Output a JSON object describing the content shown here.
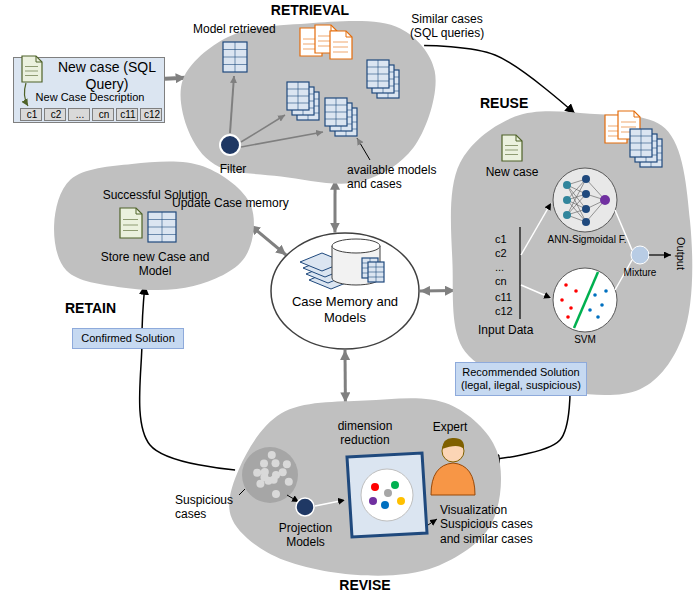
{
  "diagram": {
    "nodes": [
      {
        "text": [
          "RETRIEVAL",
          "Model retrieved",
          "Similar cases (SQL queries)",
          "Filter",
          "available models and cases"
        ]
      },
      {
        "text": [
          "New case (SQL Query)",
          "New Case Description"
        ]
      },
      {
        "text": [
          "c1"
        ],
        "in": 1
      },
      {
        "text": [
          "c2"
        ],
        "in": 1
      },
      {
        "text": [
          "..."
        ],
        "in": 1
      },
      {
        "text": [
          "cn"
        ],
        "in": 1
      },
      {
        "text": [
          "c11"
        ],
        "in": 1
      },
      {
        "text": [
          "c12"
        ],
        "in": 1
      },
      {
        "text": [
          "RETAIN",
          "Successful Solution",
          "Store new Case and Model"
        ]
      },
      {
        "text": [
          "REUSE",
          "New case",
          "c1",
          "c2",
          "...",
          "cn",
          "c11",
          "c12",
          "Input Data",
          "ANN-Sigmoidal F.",
          "SVM",
          "Mixture",
          "Output"
        ]
      },
      {
        "text": [
          "Case Memory and Models"
        ]
      },
      {
        "text": [
          "REVISE",
          "dimension reduction",
          "Expert",
          "Suspicious cases",
          "Projection Models",
          "Visualization Suspicious cases and similar cases"
        ]
      }
    ],
    "edges": [
      {
        "from": 1,
        "to": 0,
        "arrow": "to"
      },
      {
        "from": 0,
        "to": 9,
        "arrow": "to"
      },
      {
        "from": 9,
        "to": 11,
        "label": "Recommended Solution (legal, ilegal, suspicious)",
        "arrow": "to"
      },
      {
        "from": 11,
        "to": 8,
        "label": "Confirmed Solution",
        "arrow": "to"
      },
      {
        "from": 10,
        "to": 0,
        "arrow": "both"
      },
      {
        "from": 10,
        "to": 9,
        "arrow": "both"
      },
      {
        "from": 10,
        "to": 11,
        "arrow": "both"
      },
      {
        "from": 10,
        "to": 8,
        "label": "Update Case memory",
        "arrow": "both"
      }
    ]
  }
}
